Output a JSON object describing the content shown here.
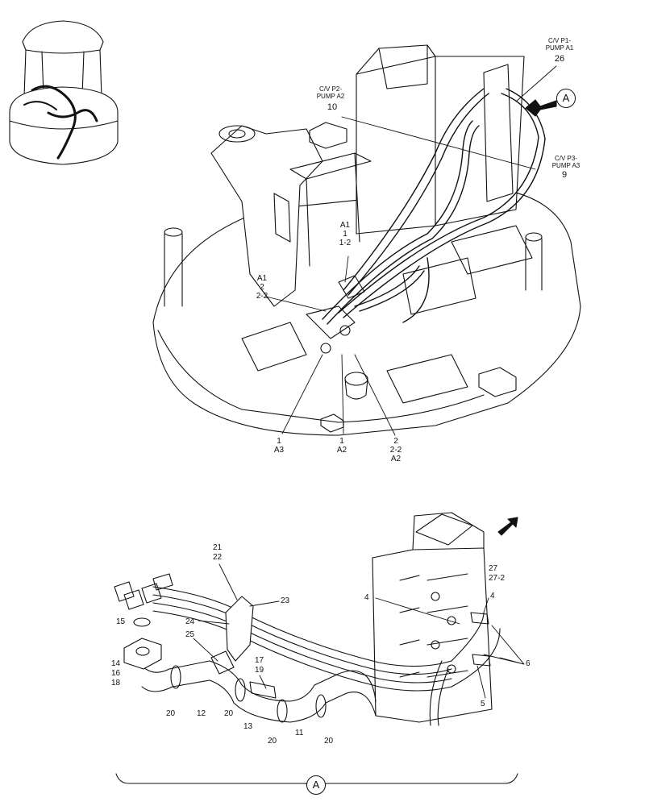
{
  "pump_labels": {
    "p1": {
      "line1": "C/V P1-",
      "line2": "PUMP A1",
      "num": "26"
    },
    "p2": {
      "line1": "C/V P2-",
      "line2": "PUMP A2",
      "num": "10"
    },
    "p3": {
      "line1": "C/V P3-",
      "line2": "PUMP A3",
      "num": "9"
    }
  },
  "view_marker": "A",
  "upper_callouts": {
    "a1_top": {
      "port": "A1",
      "n1": "1",
      "n2": "1-2"
    },
    "a1_mid": {
      "port": "A1",
      "n1": "2",
      "n2": "2-2"
    },
    "bottom_left": {
      "n": "1",
      "port": "A3"
    },
    "bottom_mid": {
      "n": "1",
      "port": "A2"
    },
    "bottom_right": {
      "n1": "2",
      "n2": "2-2",
      "port": "A2"
    }
  },
  "lower_callouts": {
    "c21": "21",
    "c22": "22",
    "c23": "23",
    "c24": "24",
    "c15": "15",
    "c25": "25",
    "c14": "14",
    "c16": "16",
    "c18": "18",
    "c17": "17",
    "c19": "19",
    "c12": "12",
    "c13": "13",
    "c11": "11",
    "c20a": "20",
    "c20b": "20",
    "c20c": "20",
    "c20d": "20",
    "c27": "27",
    "c27_2": "27-2",
    "c4a": "4",
    "c4b": "4",
    "c6": "6",
    "c5": "5"
  },
  "colors": {
    "ink": "#111111",
    "paper": "#ffffff"
  }
}
